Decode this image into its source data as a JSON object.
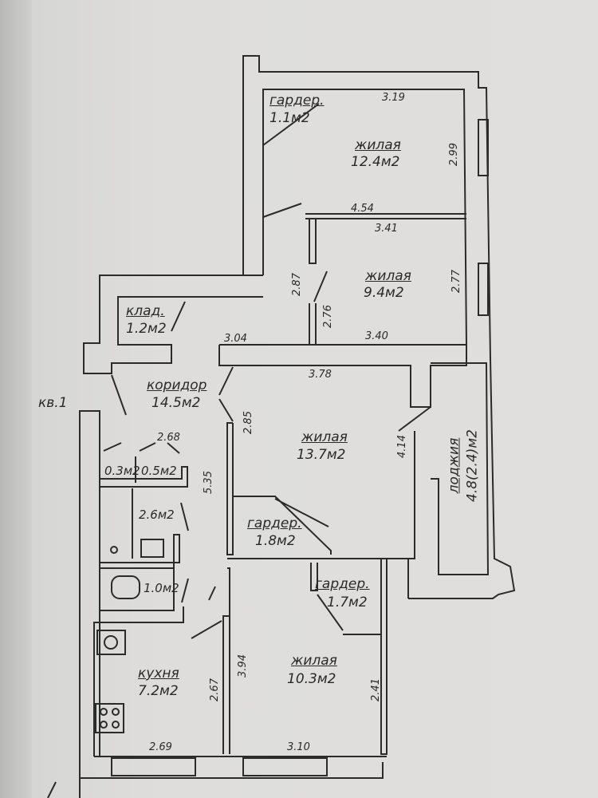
{
  "apartment_label": "кв.1",
  "rooms": {
    "garder_top": {
      "name": "гардер.",
      "area": "1.1м2"
    },
    "living_12": {
      "name": "жилая",
      "area": "12.4м2"
    },
    "living_9": {
      "name": "жилая",
      "area": "9.4м2"
    },
    "klad": {
      "name": "клад.",
      "area": "1.2м2"
    },
    "corridor": {
      "name": "коридор",
      "area": "14.5м2"
    },
    "living_13": {
      "name": "жилая",
      "area": "13.7м2"
    },
    "loggia": {
      "name": "лоджия",
      "area": "4.8(2.4)м2"
    },
    "closet_a": {
      "area": "0.3м2"
    },
    "closet_b": {
      "area": "0.5м2"
    },
    "bath": {
      "area": "2.6м2"
    },
    "wc": {
      "area": "1.0м2"
    },
    "garder_mid": {
      "name": "гардер.",
      "area": "1.8м2"
    },
    "garder_low": {
      "name": "гардер.",
      "area": "1.7м2"
    },
    "kitchen": {
      "name": "кухня",
      "area": "7.2м2"
    },
    "living_10": {
      "name": "жилая",
      "area": "10.3м2"
    }
  },
  "dimensions": {
    "d319": "3.19",
    "d299": "2.99",
    "d454": "4.54",
    "d341": "3.41",
    "d287": "2.87",
    "d276": "2.76",
    "d277": "2.77",
    "d340": "3.40",
    "d304": "3.04",
    "d378": "3.78",
    "d285": "2.85",
    "d414": "4.14",
    "d268": "2.68",
    "d535": "5.35",
    "d394": "3.94",
    "d267": "2.67",
    "d241": "2.41",
    "d269": "2.69",
    "d310": "3.10"
  }
}
